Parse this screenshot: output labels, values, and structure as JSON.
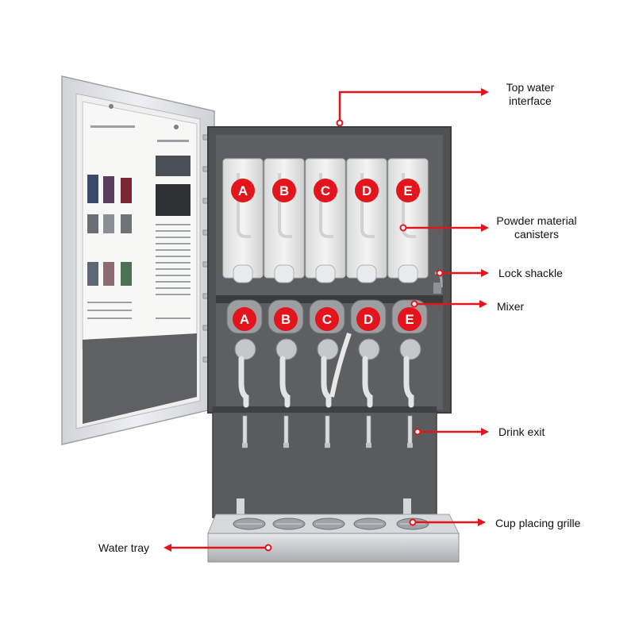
{
  "colors": {
    "callout": "#e3141b",
    "badge": "#e3141b",
    "cabinet": "#5c5c5e",
    "door": "#e4e5e7",
    "tray": "#c9cbce"
  },
  "canister_letters": [
    "A",
    "B",
    "C",
    "D",
    "E"
  ],
  "mixer_letters": [
    "A",
    "B",
    "C",
    "D",
    "E"
  ],
  "callouts": {
    "top_water": {
      "line1": "Top water",
      "line2": "interface"
    },
    "powder": {
      "line1": "Powder material",
      "line2": "canisters"
    },
    "lock": {
      "text": "Lock shackle"
    },
    "mixer": {
      "text": "Mixer"
    },
    "drink_exit": {
      "text": "Drink exit"
    },
    "grille": {
      "text": "Cup placing grille"
    },
    "water_tray": {
      "text": "Water tray"
    }
  }
}
